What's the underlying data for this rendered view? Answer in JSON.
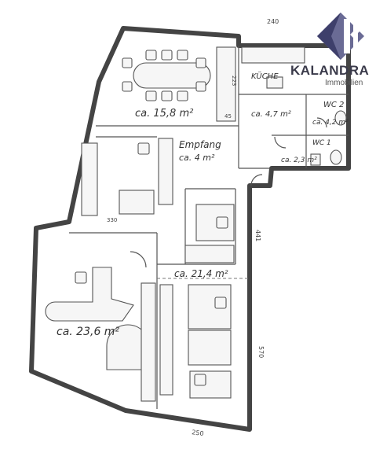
{
  "logo": {
    "name": "KALANDRA",
    "tagline": "Immobilien",
    "brand_color": "#4b4c7c",
    "mark_icon": "kalandra-k-icon"
  },
  "rooms": {
    "conference": "ca. 15,8 m²",
    "kitchen_label": "KÜCHE",
    "kitchen_area": "ca. 4,7 m²",
    "wc2_label": "WC 2",
    "wc2_area": "ca. 4,2 m²",
    "wc1_label": "WC 1",
    "wc1_area": "ca. 2,3 m²",
    "reception_label": "Empfang",
    "reception_area": "ca. 4 m²",
    "office_left": "ca. 23,6 m²",
    "office_center": "ca. 21,4 m²"
  },
  "dimensions": {
    "top": "240",
    "right_upper": "441",
    "right_lower": "570",
    "bottom": "250",
    "conf_a": "223",
    "conf_b": "45",
    "hall": "330"
  }
}
